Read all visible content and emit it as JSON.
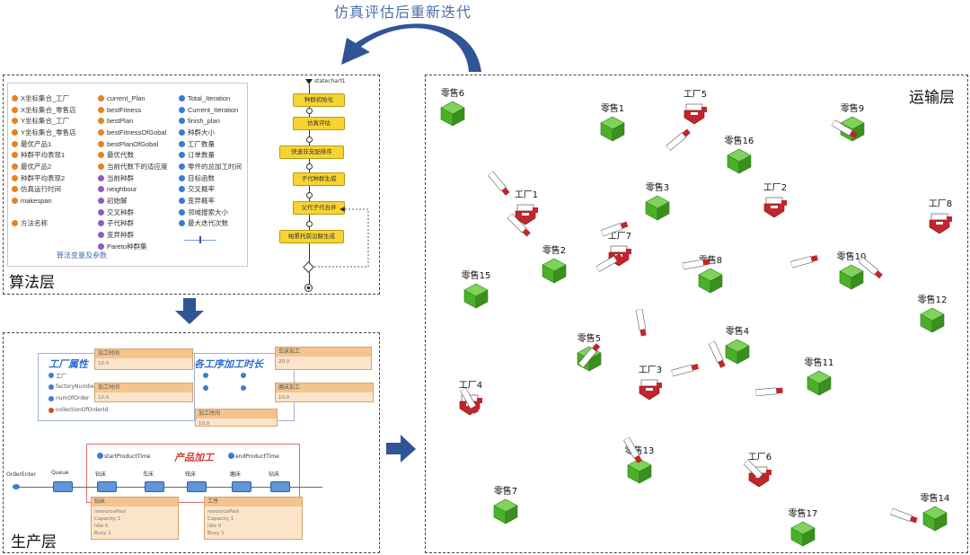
{
  "caption_top": "仿真评估后重新迭代",
  "algorithm_layer": {
    "label": "算法层",
    "variables_caption": "算法变量及参数",
    "col1": [
      {
        "text": "X坐标集合_工厂",
        "c": "orange"
      },
      {
        "text": "X坐标集合_零售店",
        "c": "orange"
      },
      {
        "text": "Y坐标集合_工厂",
        "c": "orange"
      },
      {
        "text": "Y坐标集合_零售店",
        "c": "orange"
      },
      {
        "text": "最优产品1",
        "c": "orange"
      },
      {
        "text": "种群平均表现1",
        "c": "orange"
      },
      {
        "text": "最优产品2",
        "c": "orange"
      },
      {
        "text": "种群平均表现2",
        "c": "orange"
      },
      {
        "text": "仿真运行时间",
        "c": "orange"
      },
      {
        "text": "makespan",
        "c": "orange"
      },
      {
        "text": "",
        "c": ""
      },
      {
        "text": "方法名称",
        "c": "orange"
      }
    ],
    "col2": [
      {
        "text": "current_Plan",
        "c": "orange"
      },
      {
        "text": "bestFitness",
        "c": "orange"
      },
      {
        "text": "bestPlan",
        "c": "orange"
      },
      {
        "text": "bestFitnessOfGobal",
        "c": "orange"
      },
      {
        "text": "bestPlanOfGobal",
        "c": "orange"
      },
      {
        "text": "最优代数",
        "c": "orange"
      },
      {
        "text": "当前代数下的适应度",
        "c": "orange"
      },
      {
        "text": "当前种群",
        "c": "purple"
      },
      {
        "text": "neighbour",
        "c": "purple"
      },
      {
        "text": "初始解",
        "c": "purple"
      },
      {
        "text": "交叉种群",
        "c": "purple"
      },
      {
        "text": "子代种群",
        "c": "purple"
      },
      {
        "text": "变异种群",
        "c": "purple"
      },
      {
        "text": "Pareto种群集",
        "c": "purple"
      }
    ],
    "col3": [
      {
        "text": "Total_Iteration",
        "c": "blue"
      },
      {
        "text": "Current_Iteration",
        "c": "blue"
      },
      {
        "text": "finish_plan",
        "c": "blue"
      },
      {
        "text": "种群大小",
        "c": "blue"
      },
      {
        "text": "工厂数量",
        "c": "blue"
      },
      {
        "text": "订单数量",
        "c": "blue"
      },
      {
        "text": "零件的总加工时间",
        "c": "blue"
      },
      {
        "text": "目标函数",
        "c": "blue"
      },
      {
        "text": "交叉概率",
        "c": "blue"
      },
      {
        "text": "变异概率",
        "c": "blue"
      },
      {
        "text": "邻域搜索大小",
        "c": "blue"
      },
      {
        "text": "最大迭代次数",
        "c": "blue"
      }
    ],
    "statechart_label": "statechart1",
    "flow": [
      "种群初始化",
      "仿真评估",
      "快速非支配排序",
      "子代种群生成",
      "父代子代合并",
      "帕累托前沿解生成"
    ]
  },
  "production_layer": {
    "label": "生产层",
    "factory_attr_title": "工厂属性",
    "process_time_title": "各工序加工时长",
    "product_title": "产品加工",
    "start_time": "startProductTime",
    "end_time": "endProductTime",
    "attr_items": [
      "工厂",
      "factoryNumber",
      "numOfOrder",
      "collectionOfOrderId"
    ],
    "proc_labels": [
      "Queue",
      "钻床",
      "车床",
      "铣床",
      "磨床",
      "钻床"
    ],
    "order_enter": "OrderEnter"
  },
  "transport_layer": {
    "label": "运输层",
    "retailers": [
      "零售6",
      "零售1",
      "零售16",
      "零售9",
      "零售3",
      "零售2",
      "零售8",
      "零售10",
      "零售15",
      "零售12",
      "零售5",
      "零售4",
      "零售11",
      "零售13",
      "零售7",
      "零售17",
      "零售14"
    ],
    "factories": [
      "工厂5",
      "工厂1",
      "工厂2",
      "工厂8",
      "工厂7",
      "工厂3",
      "工厂4",
      "工厂6"
    ]
  },
  "colors": {
    "cube_green": "#4caf2a",
    "factory_red": "#c0262b",
    "flow_yellow": "#f7d431",
    "arrow_blue": "#2f5597"
  }
}
